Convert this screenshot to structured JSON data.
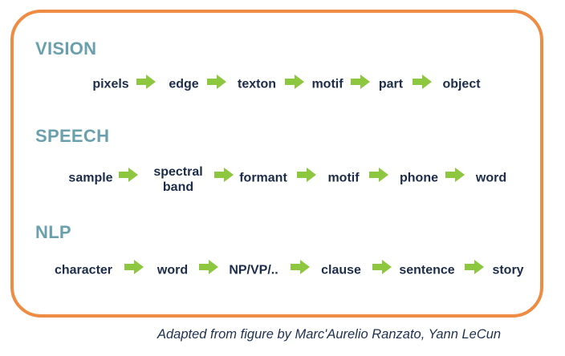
{
  "sections": [
    {
      "title": "VISION",
      "items": [
        "pixels",
        "edge",
        "texton",
        "motif",
        "part",
        "object"
      ]
    },
    {
      "title": "SPEECH",
      "items": [
        "sample",
        "spectral\nband",
        "formant",
        "motif",
        "phone",
        "word"
      ]
    },
    {
      "title": "NLP",
      "items": [
        "character",
        "word",
        "NP/VP/..",
        "clause",
        "sentence",
        "story"
      ]
    }
  ],
  "caption": "Adapted from figure by Marc'Aurelio Ranzato, Yann LeCun",
  "colors": {
    "frame": "#ee8c44",
    "section_title": "#6aa0ad",
    "item_text": "#1c2c4a",
    "arrow": "#8dc63f"
  },
  "icons": {
    "arrow": "right-arrow-icon"
  }
}
